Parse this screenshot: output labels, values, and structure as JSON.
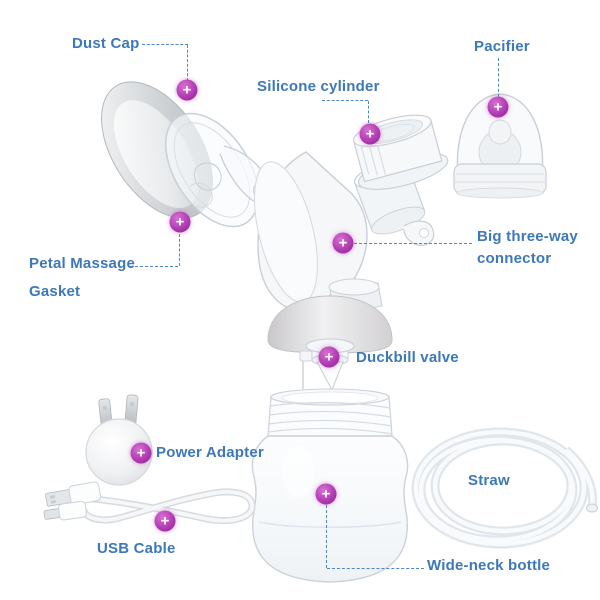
{
  "figure": {
    "background": "#ffffff"
  },
  "colors": {
    "label_text": "#3d78b8",
    "leader_line": "#4f87c2",
    "marker_dark": "#8a2190",
    "marker_light": "#d96fd2",
    "marker_symbol_color": "#ffffff"
  },
  "marker": {
    "symbol": "+"
  },
  "parts": [
    {
      "id": "dust-cap",
      "label": "Dust Cap"
    },
    {
      "id": "pacifier",
      "label": "Pacifier"
    },
    {
      "id": "silicone-cylinder",
      "label": "Silicone cylinder"
    },
    {
      "id": "petal-massage-gasket",
      "label": "Petal Massage Gasket",
      "lines": [
        "Petal Massage",
        "Gasket"
      ]
    },
    {
      "id": "big-three-way-connector",
      "label": "Big three-way connector",
      "lines": [
        "Big three-way",
        "connector"
      ]
    },
    {
      "id": "duckbill-valve",
      "label": "Duckbill valve"
    },
    {
      "id": "power-adapter",
      "label": "Power Adapter"
    },
    {
      "id": "usb-cable",
      "label": "USB Cable"
    },
    {
      "id": "straw",
      "label": "Straw"
    },
    {
      "id": "wide-neck-bottle",
      "label": "Wide-neck bottle"
    }
  ]
}
